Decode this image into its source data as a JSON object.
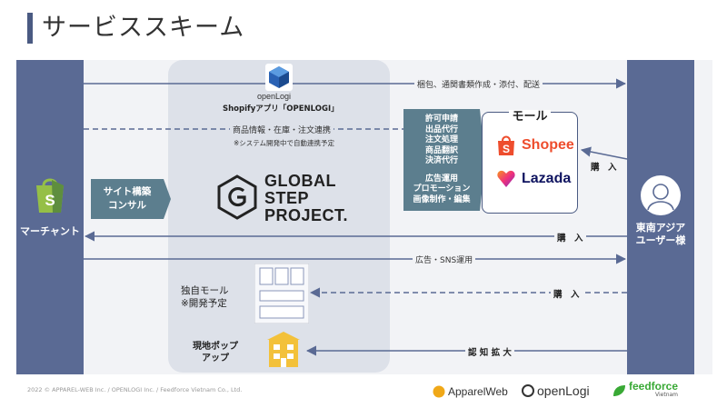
{
  "page": {
    "title": "サービススキーム"
  },
  "left_column": {
    "label": "マーチャント"
  },
  "right_column": {
    "label_line1": "東南アジア",
    "label_line2": "ユーザー様"
  },
  "consulting": {
    "line1": "サイト構築",
    "line2": "コンサル"
  },
  "openlogi_app": {
    "brand": "openLogi",
    "caption": "Shopifyアプリ「OPENLOGI」"
  },
  "sync": {
    "label": "商品情報・在庫・注文連携",
    "note": "※システム開発中で自動連携予定"
  },
  "global_step": {
    "line1": "GLOBAL",
    "line2": "STEP",
    "line3": "PROJECT."
  },
  "services": {
    "group1": [
      "許可申請",
      "出品代行",
      "注文処理",
      "商品翻訳",
      "決済代行"
    ],
    "group2": [
      "広告運用",
      "プロモーション",
      "画像制作・編集"
    ]
  },
  "mall": {
    "title": "モール",
    "shopee": "Shopee",
    "lazada": "Lazada"
  },
  "flows": {
    "shipping": "梱包、通関書類作成・添付、配送",
    "purchase_mall": "購　入",
    "purchase_main": "購　入",
    "ads": "広告・SNS運用",
    "purchase_own": "購　入",
    "awareness": "認 知 拡 大"
  },
  "own_mall": {
    "line1": "独自モール",
    "line2": "※開発予定"
  },
  "popup": {
    "line1": "現地ポップ",
    "line2": "アップ"
  },
  "footer": {
    "copyright": "2022 © APPAREL-WEB Inc. / OPENLOGI Inc. / Feedforce Vietnam Co., Ltd.",
    "logo1": "ApparelWeb",
    "logo2": "openLogi",
    "logo3": "feedforce",
    "logo3_sub": "Vietnam"
  },
  "colors": {
    "column": "#5a6a94",
    "accent_box": "#5c7e8e",
    "title_bar": "#4a5a82",
    "shopee": "#ee4d2d",
    "lazada": "#0f1460",
    "popup": "#f3c13a"
  }
}
